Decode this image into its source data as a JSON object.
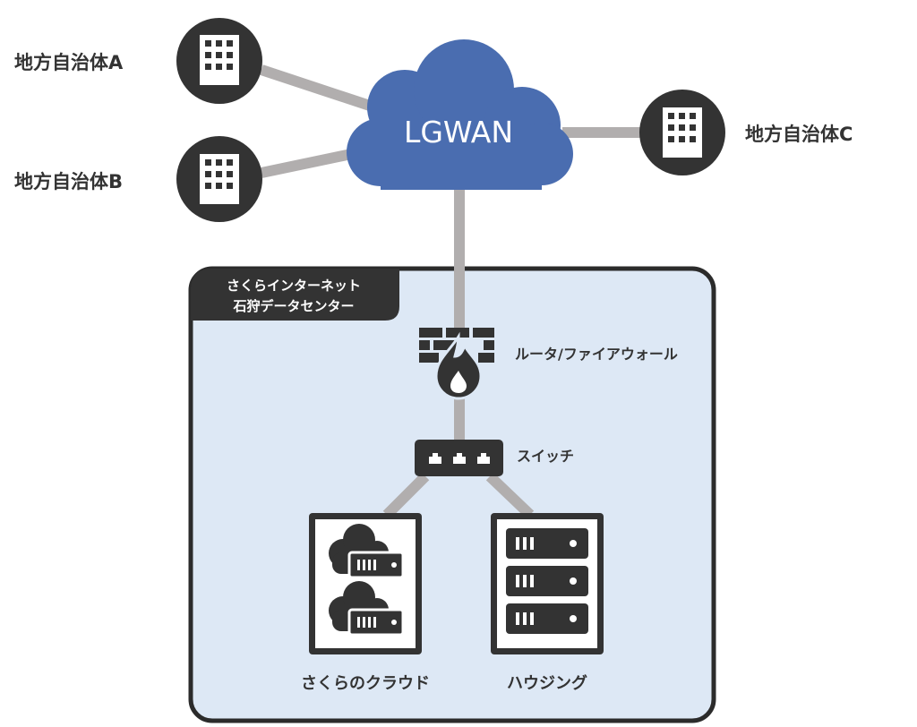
{
  "network": {
    "label": "LGWAN"
  },
  "municipalities": [
    {
      "label": "地方自治体A"
    },
    {
      "label": "地方自治体B"
    },
    {
      "label": "地方自治体C"
    }
  ],
  "datacenter": {
    "name_line1": "さくらインターネット",
    "name_line2": "石狩データセンター"
  },
  "devices": {
    "firewall": "ルータ/ファイアウォール",
    "switch": "スイッチ"
  },
  "services": {
    "cloud": "さくらのクラウド",
    "housing": "ハウジング"
  },
  "colors": {
    "cloud": "#4a6db0",
    "dark": "#333333",
    "line": "#b1aeae",
    "datacenter_bg": "#dde8f5"
  }
}
